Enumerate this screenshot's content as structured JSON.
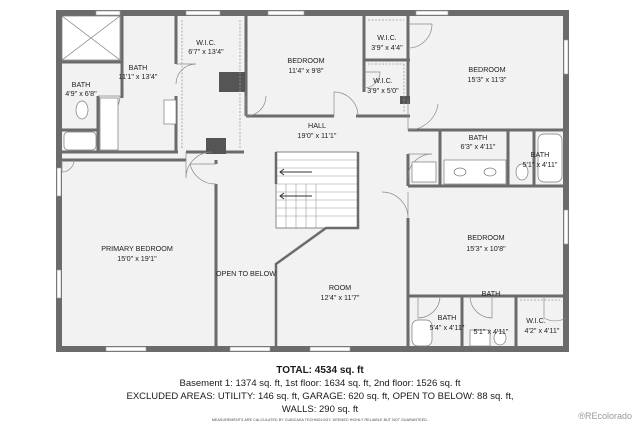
{
  "rooms": {
    "bath_top": {
      "name": "BATH",
      "size": "11'1\" x 13'4\""
    },
    "wic_top": {
      "name": "W.I.C.",
      "size": "6'7\" x 13'4\""
    },
    "bedroom_top": {
      "name": "BEDROOM",
      "size": "11'4\" x 9'8\""
    },
    "wic_small1": {
      "name": "W.I.C.",
      "size": "3'9\" x 4'4\""
    },
    "wic_small2": {
      "name": "W.I.C.",
      "size": "3'9\" x 5'0\""
    },
    "bedroom_tr": {
      "name": "BEDROOM",
      "size": "15'3\" x 11'3\""
    },
    "bath_left": {
      "name": "BATH",
      "size": "4'9\" x 6'8\""
    },
    "hall": {
      "name": "HALL",
      "size": "19'0\" x 11'1\""
    },
    "bath_mid": {
      "name": "BATH",
      "size": "6'3\" x 4'11\""
    },
    "bath_mid2": {
      "name": "BATH",
      "size": "5'1\" x 4'11\""
    },
    "primary": {
      "name": "PRIMARY BEDROOM",
      "size": "15'0\" x 19'1\""
    },
    "bedroom_r": {
      "name": "BEDROOM",
      "size": "15'3\" x 10'8\""
    },
    "open_below": {
      "name": "OPEN TO BELOW"
    },
    "room": {
      "name": "ROOM",
      "size": "12'4\" x 11'7\""
    },
    "bath_b1": {
      "name": "BATH",
      "size": "5'4\" x 4'11\""
    },
    "bath_b2": {
      "name": "BATH",
      "size": "5'1\" x 4'11\""
    },
    "wic_br": {
      "name": "W.I.C.",
      "size": "4'2\" x 4'11\""
    }
  },
  "footer": {
    "total": "TOTAL: 4534 sq. ft",
    "line1": "Basement 1: 1374 sq. ft, 1st floor: 1634 sq. ft, 2nd floor: 1526 sq. ft",
    "line2": "EXCLUDED AREAS: UTILITY: 146 sq. ft, GARAGE: 620 sq. ft, OPEN TO BELOW: 88 sq. ft,",
    "line3": "WALLS: 290 sq. ft",
    "disclaimer": "MEASUREMENTS ARE CALCULATED BY CUBICASA TECHNOLOGY. DEEMED HIGHLY RELIABLE BUT NOT GUARANTEED."
  },
  "watermark": "®REcolorado",
  "colors": {
    "wall": "#6b6b6b",
    "floor": "#f2f2f2",
    "window": "#ffffff",
    "fixture": "#ffffff",
    "stair_arrow": "#333333"
  }
}
